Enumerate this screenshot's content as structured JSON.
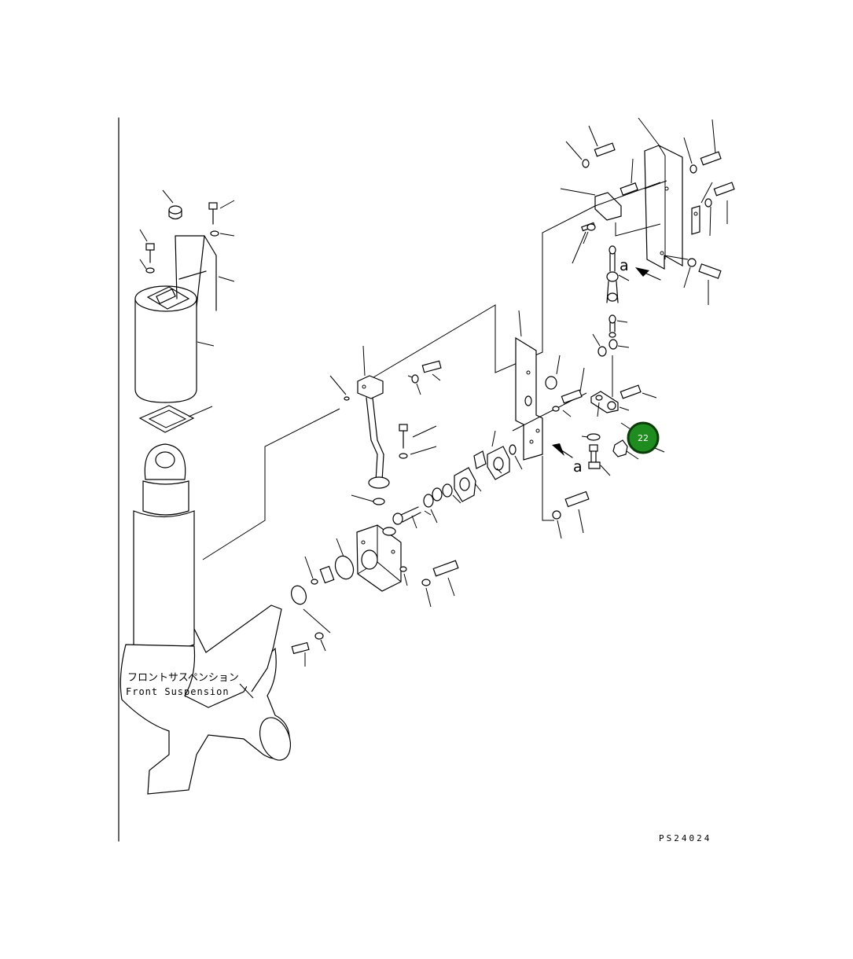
{
  "diagram": {
    "drawing_number": "PS24024",
    "assembly_label_jp": "フロントサスペンション",
    "assembly_label_en": "Front  Suspension",
    "view_marker_top": "a",
    "view_marker_bottom": "a",
    "callout": {
      "number": "22",
      "fill_color": "#1e8c1e",
      "ring_color": "#0b3d0b"
    }
  }
}
